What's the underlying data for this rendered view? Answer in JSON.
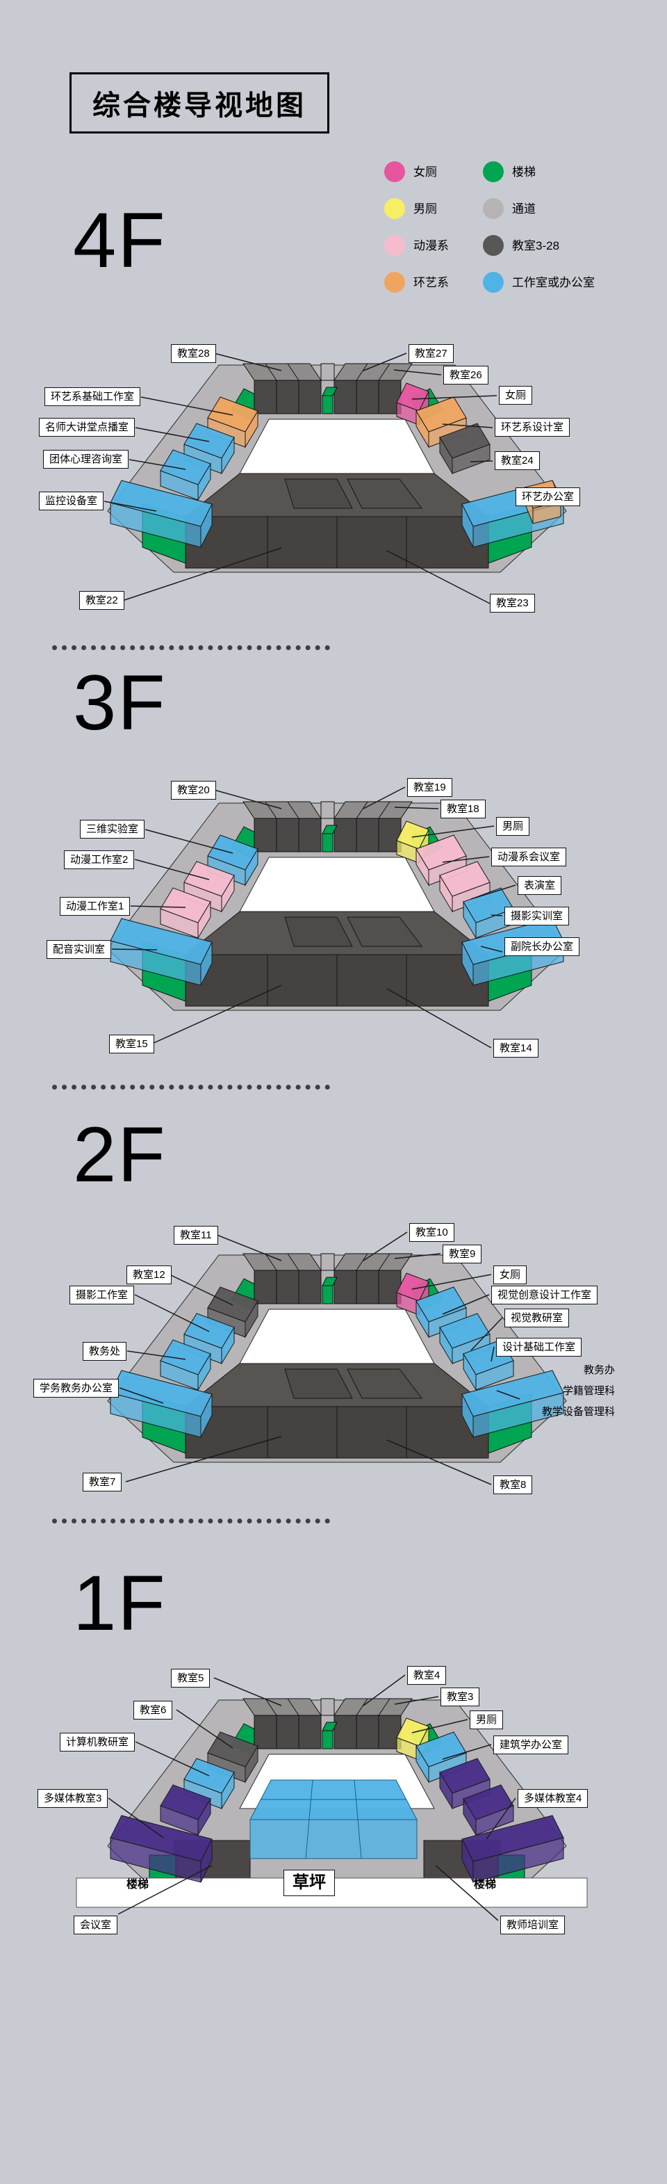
{
  "page": {
    "title": "综合楼导视地图"
  },
  "colors": {
    "background": "#c9cbd3",
    "purple_room": "#472d87",
    "leader_line": "#1b1b1b"
  },
  "legend": {
    "col1": [
      {
        "label": "女厕",
        "color": "#e7559f"
      },
      {
        "label": "男厕",
        "color": "#f7ef63"
      },
      {
        "label": "动漫系",
        "color": "#f5bccd"
      },
      {
        "label": "环艺系",
        "color": "#f0a55f"
      }
    ],
    "col2": [
      {
        "label": "楼梯",
        "color": "#00a551"
      },
      {
        "label": "通道",
        "color": "#b5b3b4"
      },
      {
        "label": "教室3-28",
        "color": "#595656"
      },
      {
        "label": "工作室或办公室",
        "color": "#4fb3e6"
      }
    ]
  },
  "floors": [
    {
      "name": "4F",
      "labels": [
        "教室28",
        "教室27",
        "教室26",
        "环艺系基础工作室",
        "名师大讲堂点播室",
        "团体心理咨询室",
        "监控设备室",
        "女厕",
        "环艺系设计室",
        "教室24",
        "环艺办公室",
        "教室22",
        "教室23"
      ]
    },
    {
      "name": "3F",
      "labels": [
        "教室20",
        "教室19",
        "教室18",
        "三维实验室",
        "男厕",
        "动漫工作室2",
        "动漫系会议室",
        "表演室",
        "动漫工作室1",
        "摄影实训室",
        "配音实训室",
        "副院长办公室",
        "教室15",
        "教室14"
      ]
    },
    {
      "name": "2F",
      "labels": [
        "教室11",
        "教室10",
        "教室9",
        "教室12",
        "女厕",
        "摄影工作室",
        "视觉创意设计工作室",
        "视觉教研室",
        "教务处",
        "设计基础工作室",
        "学务教务办公室",
        "教室7",
        "教室8"
      ],
      "office_lines": [
        "教务办",
        "学籍管理科",
        "教学设备管理科"
      ]
    },
    {
      "name": "1F",
      "labels": [
        "教室5",
        "教室4",
        "教室3",
        "教室6",
        "男厕",
        "计算机教研室",
        "建筑学办公室",
        "多媒体教室3",
        "多媒体教室4",
        "会议室",
        "教师培训室"
      ],
      "ground": [
        "楼梯",
        "草坪",
        "楼梯"
      ]
    }
  ]
}
